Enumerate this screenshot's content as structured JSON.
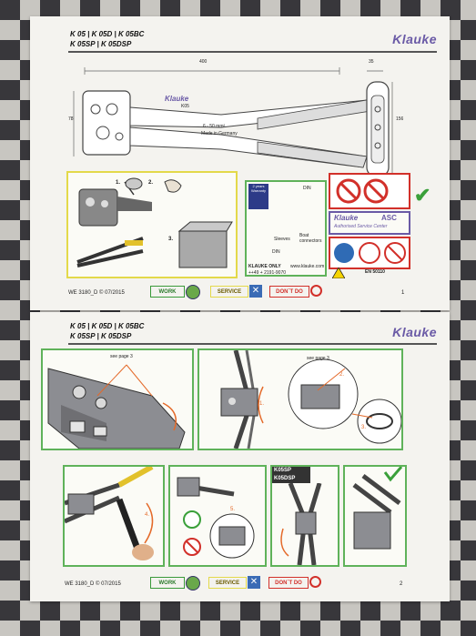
{
  "page1": {
    "models_line1": "K 05 | K 05D | K 05BC",
    "models_line2": "K 05SP | K 05DSP",
    "brand": "Klauke",
    "dims": {
      "length": "400",
      "width": "35",
      "height": "78",
      "depth": "156"
    },
    "tool_text": {
      "brand": "Klauke",
      "model": "K05",
      "range": "6 - 50 mm²",
      "origin": "Made in Germany"
    },
    "steps": [
      "1.",
      "2.",
      "3."
    ],
    "warranty": {
      "years": "2 years",
      "label": "Warranty"
    },
    "asc": {
      "brand": "Klauke",
      "code": "ASC",
      "text": "Authorised Service Center"
    },
    "labels": {
      "din": "DIN",
      "sleeves": "Sleeves",
      "boat": "Boat connectors",
      "din2": "DIN"
    },
    "contact": {
      "only": "KLAUKE ONLY",
      "site": "www.klauke.com",
      "phone": "++49 + 2191-9070"
    },
    "standard": "EN 50110",
    "footer": {
      "code": "WE 3180_D © 07/2015",
      "page": "1"
    }
  },
  "page2": {
    "models_line1": "K 05 | K 05D | K 05BC",
    "models_line2": "K 05SP | K 05DSP",
    "brand": "Klauke",
    "see_page": "see page 3",
    "see_page2": "see page 3",
    "steps": [
      "1.",
      "2.",
      "3.",
      "4.",
      "5."
    ],
    "variant1": "K05SP",
    "variant2": "K05DSP",
    "footer": {
      "code": "WE 3180_D © 07/2015",
      "page": "2"
    }
  },
  "footer_buttons": {
    "work": "WORK",
    "service": "SERVICE",
    "dont": "DON´T DO"
  },
  "colors": {
    "green": "#5fb25a",
    "yellow": "#e3d94a",
    "brand": "#6a5aa6",
    "red": "#d2302a",
    "orange": "#e46a2a"
  }
}
